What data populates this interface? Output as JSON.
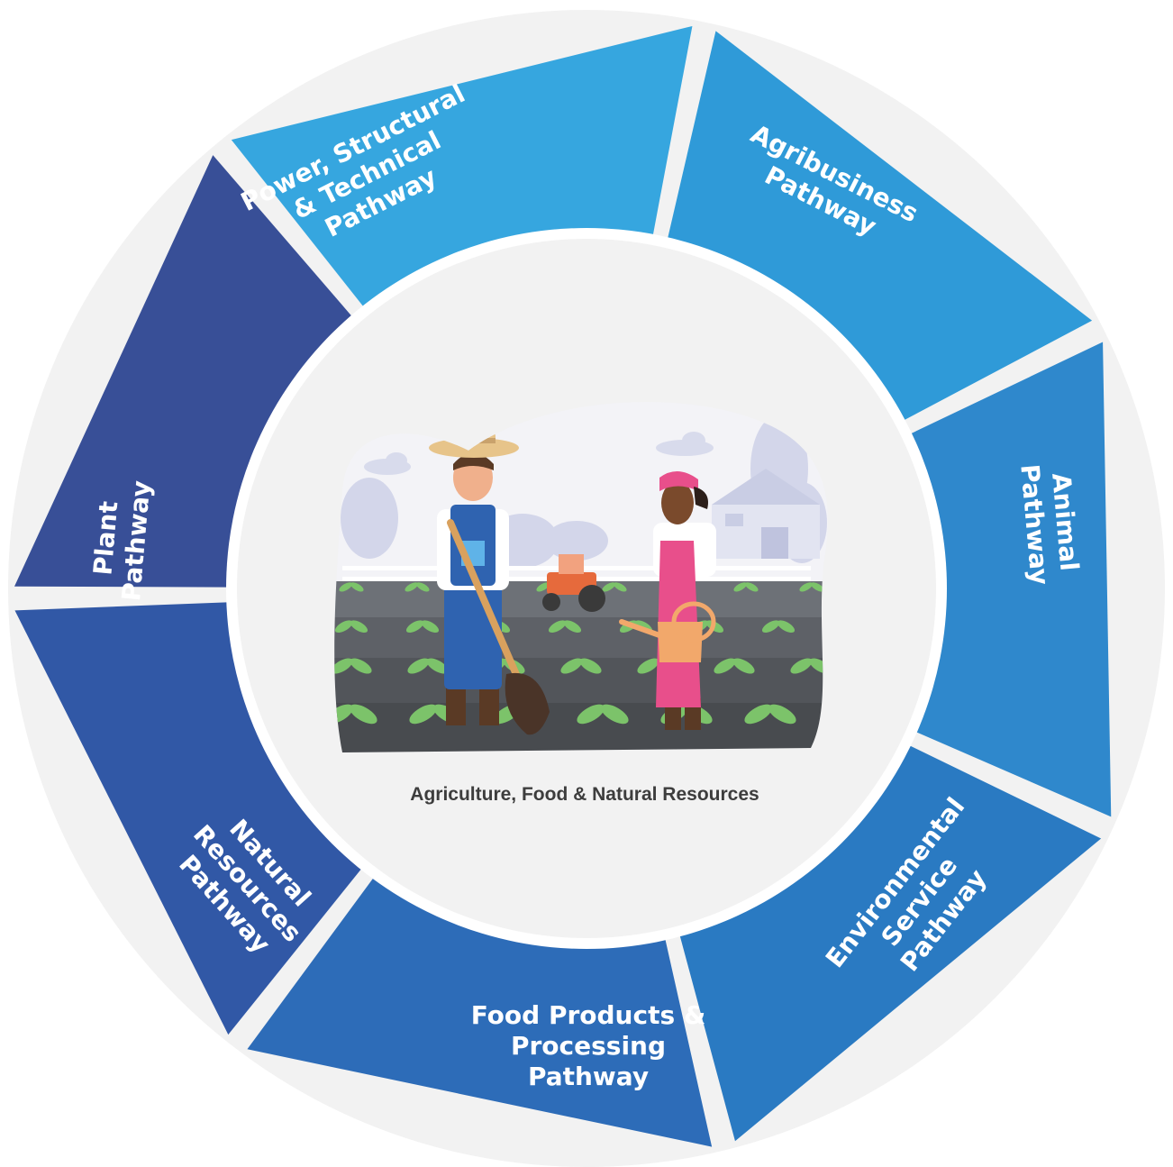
{
  "diagram": {
    "center_caption": "Agriculture, Food & Natural Resources",
    "segments": [
      {
        "id": "power",
        "lines": [
          "Power, Structural",
          "& Technical",
          "Pathway"
        ],
        "color": "#384f97"
      },
      {
        "id": "agribusiness",
        "lines": [
          "Agribusiness",
          "Pathway"
        ],
        "color": "#36a6df"
      },
      {
        "id": "animal",
        "lines": [
          "Animal",
          "Pathway"
        ],
        "color": "#2f9ad8"
      },
      {
        "id": "environmental",
        "lines": [
          "Environmental",
          "Service",
          "Pathway"
        ],
        "color": "#2f88cc"
      },
      {
        "id": "food",
        "lines": [
          "Food Products &",
          "Processing",
          "Pathway"
        ],
        "color": "#2a7ac2"
      },
      {
        "id": "natural",
        "lines": [
          "Natural",
          "Resources",
          "Pathway"
        ],
        "color": "#2d6cb8"
      },
      {
        "id": "plant",
        "lines": [
          "Plant",
          "Pathway"
        ],
        "color": "#3158a6"
      }
    ],
    "colors": {
      "outer_ring": "#f2f2f2",
      "inner_circle": "#f2f2f2",
      "separator": "#ffffff"
    }
  }
}
